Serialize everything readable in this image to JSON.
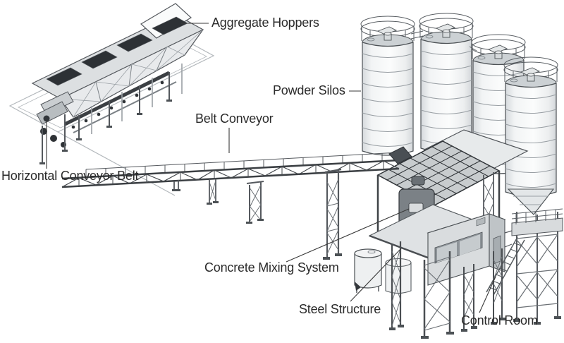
{
  "diagram": {
    "type": "isometric-technical-illustration",
    "labels": {
      "aggregate_hoppers": "Aggregate Hoppers",
      "powder_silos": "Powder Silos",
      "belt_conveyor": "Belt Conveyor",
      "horizontal_conveyor_belt": "Horizontal Conveyor Belt",
      "concrete_mixing_system": "Concrete Mixing System",
      "steel_structure": "Steel Structure",
      "control_room": "Control Room"
    },
    "colors": {
      "background": "#ffffff",
      "ink": "#2b2b2b",
      "outline": "#4c5155",
      "light_fill": "#eef0f1",
      "mid_fill": "#d8dbdd",
      "dark_fill": "#33373b",
      "ground_line": "#b3b8bc"
    }
  }
}
